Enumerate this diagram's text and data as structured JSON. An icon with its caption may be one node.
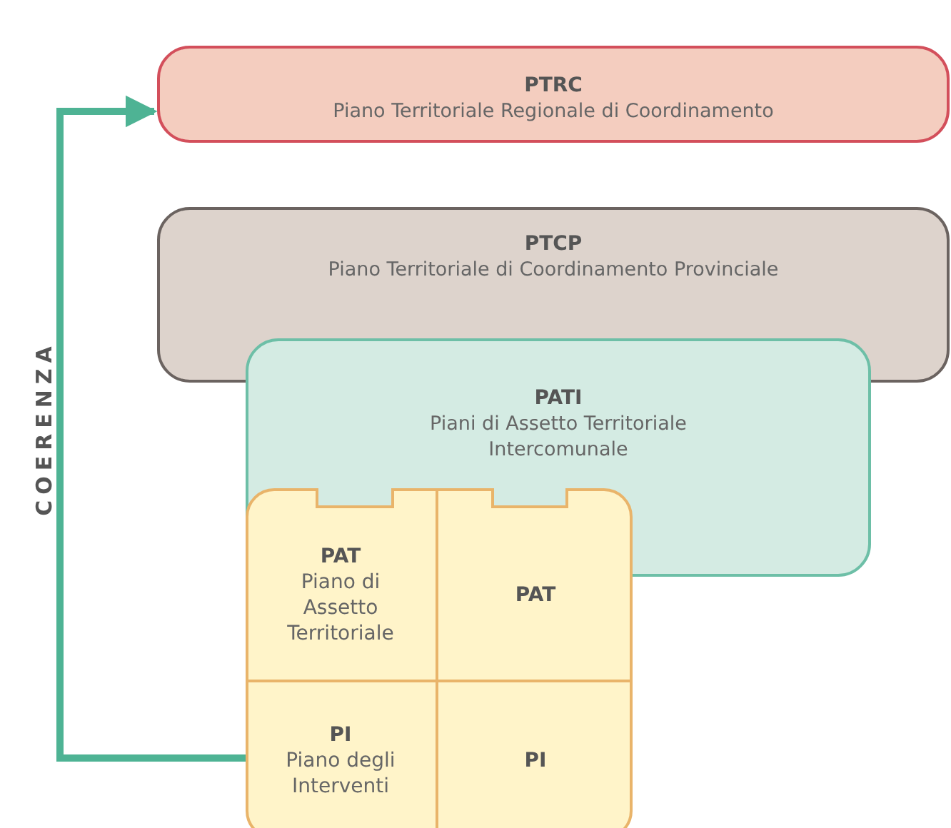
{
  "diagram": {
    "nodes": [
      {
        "text": [
          "PTRC",
          "Piano Territoriale Regionale di Coordinamento"
        ]
      },
      {
        "text": [
          "PTCP",
          "Piano Territoriale di Coordinamento Provinciale"
        ]
      },
      {
        "text": [
          "PATI",
          "Piani di Assetto Territoriale Intercomunale"
        ]
      },
      {
        "text": [],
        "shape": "box"
      },
      {
        "text": [
          "PAT",
          "Piano di Assetto Territoriale"
        ],
        "in": 3
      },
      {
        "text": [
          "PAT"
        ],
        "in": 3
      },
      {
        "text": [
          "PI",
          "Piano degli Interventi"
        ],
        "in": 3
      },
      {
        "text": [
          "PI"
        ],
        "in": 3
      }
    ],
    "edges": [
      {
        "from": 6,
        "to": 0,
        "arrow": "to",
        "label": "COERENZA"
      }
    ]
  }
}
